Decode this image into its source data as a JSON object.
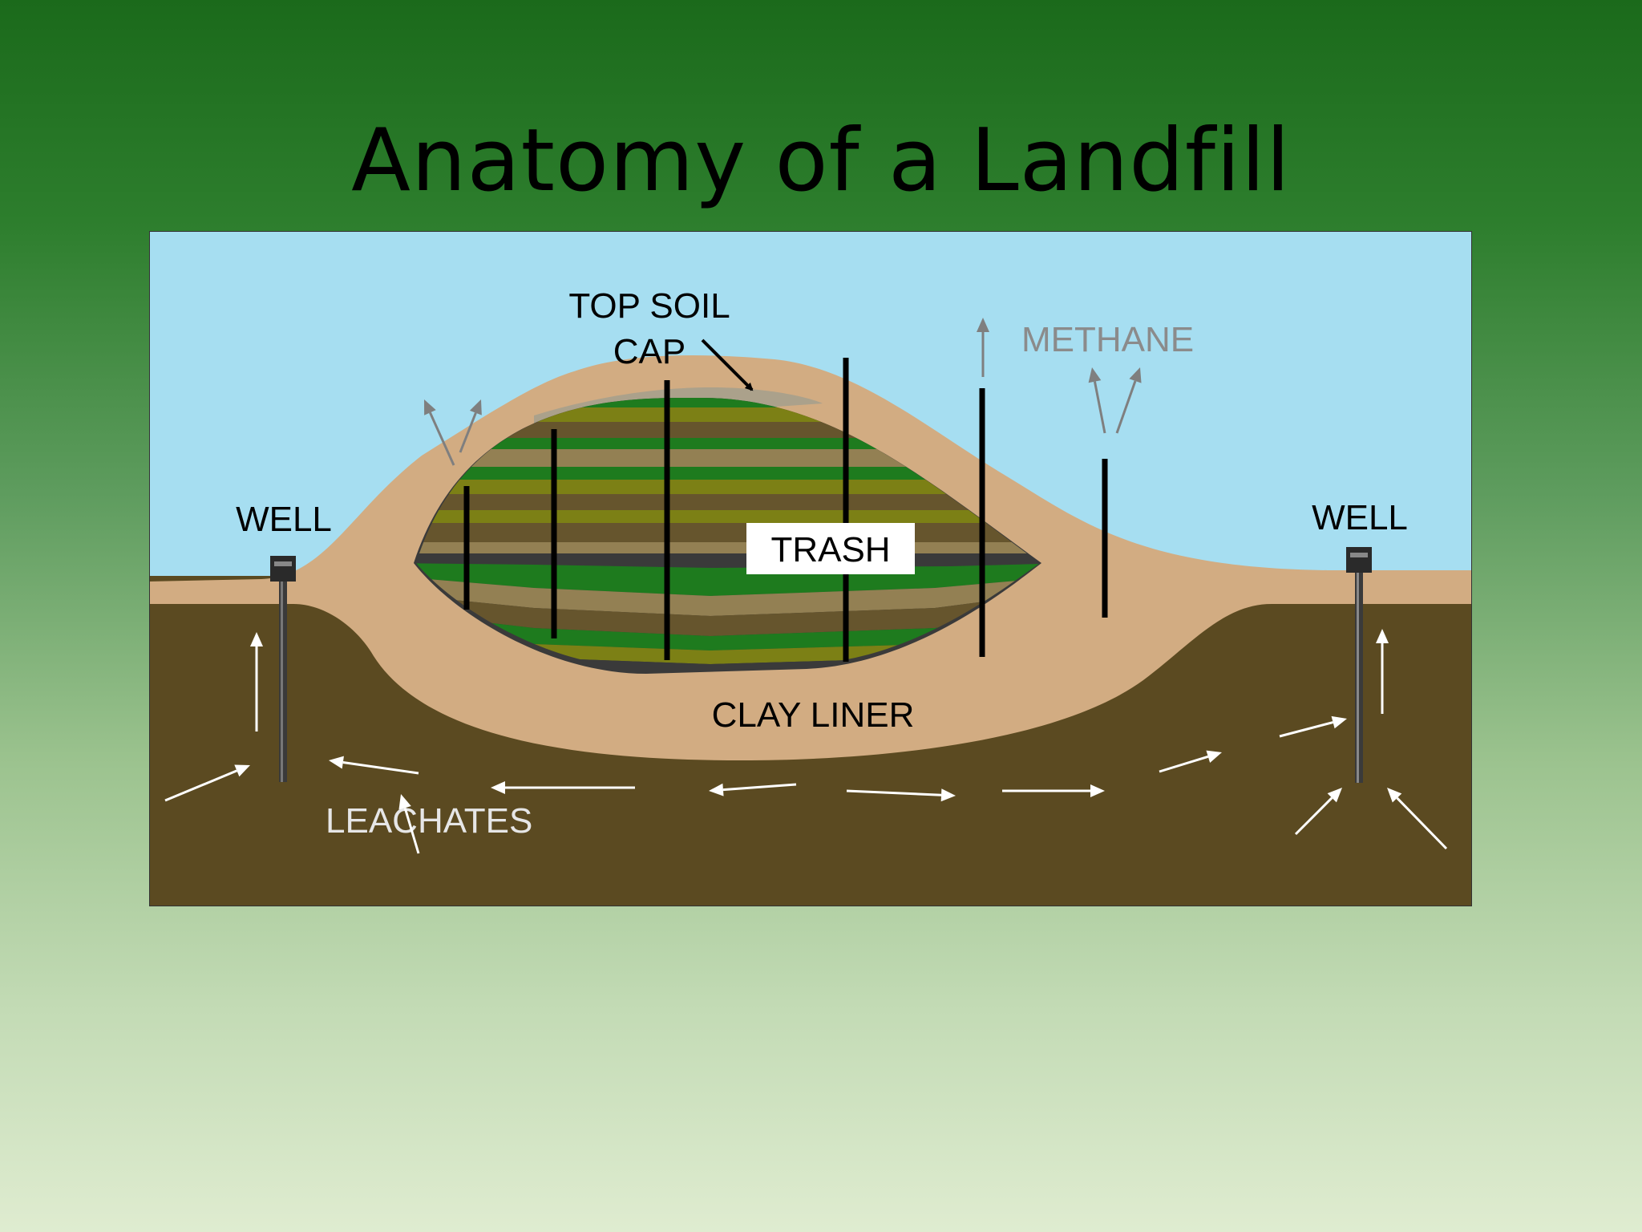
{
  "title": "Anatomy of a Landfill",
  "diagram": {
    "labels": {
      "top_soil": "TOP SOIL",
      "cap": "CAP",
      "methane": "METHANE",
      "well_left": "WELL",
      "well_right": "WELL",
      "trash": "TRASH",
      "clay_liner": "CLAY LINER",
      "leachates": "LEACHATES"
    },
    "colors": {
      "sky": "#a6def1",
      "ground": "#5b4a21",
      "soil": "#d2ac82",
      "cap": "#aba18b",
      "trash_green": "#1e7b1e",
      "trash_olive": "#7c8015",
      "trash_brown": "#66552d",
      "trash_tan": "#938053",
      "arrow_gray": "#7f7f7f",
      "arrow_white": "#ffffff"
    }
  }
}
